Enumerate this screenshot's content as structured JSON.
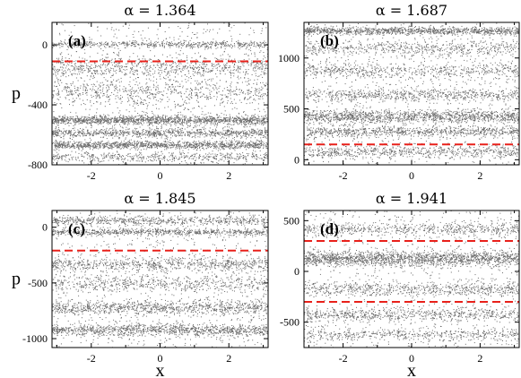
{
  "figure": {
    "ylabel": "p",
    "xlabel": "x"
  },
  "chart_data": [
    {
      "type": "scatter",
      "panel_label": "(a)",
      "title": "α = 1.364",
      "xlim": [
        -3.14159,
        3.14159
      ],
      "ylim": [
        -800,
        150
      ],
      "xticks": [
        -2,
        0,
        2
      ],
      "yticks": [
        0,
        -400,
        -800
      ],
      "show_ylabel": true,
      "show_xlabel": false,
      "reference_lines": [
        -110
      ],
      "density_bands": [
        {
          "center": 5,
          "width": 22,
          "weight": 0.6
        },
        {
          "center": -150,
          "width": 70,
          "weight": 0.8
        },
        {
          "center": -310,
          "width": 90,
          "weight": 0.7
        },
        {
          "center": -500,
          "width": 30,
          "weight": 1.6
        },
        {
          "center": -585,
          "width": 30,
          "weight": 1.0
        },
        {
          "center": -665,
          "width": 25,
          "weight": 1.3
        },
        {
          "center": -745,
          "width": 30,
          "weight": 0.5
        }
      ]
    },
    {
      "type": "scatter",
      "panel_label": "(b)",
      "title": "α = 1.687",
      "xlim": [
        -3.14159,
        3.14159
      ],
      "ylim": [
        -50,
        1350
      ],
      "xticks": [
        -2,
        0,
        2
      ],
      "yticks": [
        0,
        500,
        1000
      ],
      "show_ylabel": false,
      "show_xlabel": false,
      "reference_lines": [
        150
      ],
      "density_bands": [
        {
          "center": 1270,
          "width": 35,
          "weight": 1.2
        },
        {
          "center": 1100,
          "width": 70,
          "weight": 0.6
        },
        {
          "center": 880,
          "width": 70,
          "weight": 0.6
        },
        {
          "center": 640,
          "width": 60,
          "weight": 0.7
        },
        {
          "center": 430,
          "width": 60,
          "weight": 1.4
        },
        {
          "center": 280,
          "width": 50,
          "weight": 0.9
        },
        {
          "center": 80,
          "width": 60,
          "weight": 0.7
        }
      ]
    },
    {
      "type": "scatter",
      "panel_label": "(c)",
      "title": "α = 1.845",
      "xlim": [
        -3.14159,
        3.14159
      ],
      "ylim": [
        -1080,
        150
      ],
      "xticks": [
        -2,
        0,
        2
      ],
      "yticks": [
        0,
        -500,
        -1000
      ],
      "show_ylabel": true,
      "show_xlabel": true,
      "reference_lines": [
        -210
      ],
      "density_bands": [
        {
          "center": 60,
          "width": 40,
          "weight": 0.7
        },
        {
          "center": -40,
          "width": 30,
          "weight": 0.8
        },
        {
          "center": -330,
          "width": 60,
          "weight": 0.8
        },
        {
          "center": -500,
          "width": 70,
          "weight": 0.6
        },
        {
          "center": -720,
          "width": 60,
          "weight": 1.0
        },
        {
          "center": -920,
          "width": 50,
          "weight": 1.2
        }
      ]
    },
    {
      "type": "scatter",
      "panel_label": "(d)",
      "title": "α = 1.941",
      "xlim": [
        -3.14159,
        3.14159
      ],
      "ylim": [
        -750,
        600
      ],
      "xticks": [
        -2,
        0,
        2
      ],
      "yticks": [
        500,
        0,
        -500
      ],
      "show_ylabel": false,
      "show_xlabel": true,
      "reference_lines": [
        300,
        -300
      ],
      "density_bands": [
        {
          "center": 130,
          "width": 70,
          "weight": 1.8
        },
        {
          "center": 420,
          "width": 60,
          "weight": 0.6
        },
        {
          "center": -170,
          "width": 60,
          "weight": 0.7
        },
        {
          "center": -420,
          "width": 60,
          "weight": 0.7
        },
        {
          "center": -620,
          "width": 50,
          "weight": 0.5
        }
      ]
    }
  ]
}
